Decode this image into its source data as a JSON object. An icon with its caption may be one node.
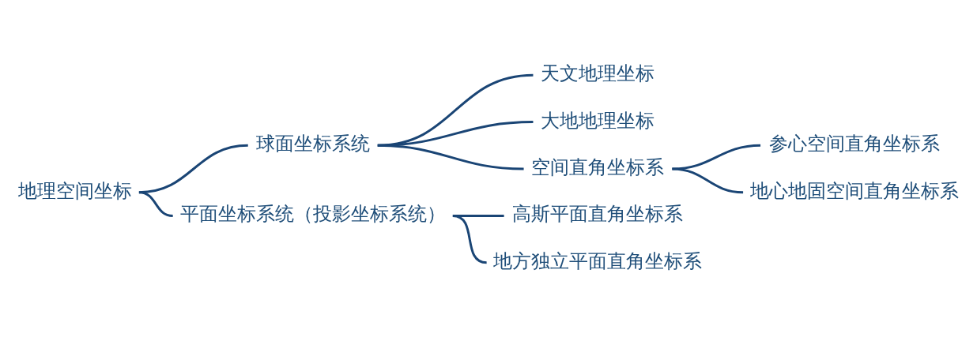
{
  "diagram": {
    "nodes": [
      {
        "text": [
          "地理空间坐标"
        ]
      },
      {
        "text": [
          "球面坐标系统"
        ]
      },
      {
        "text": [
          "平面坐标系统（投影坐标系统）"
        ]
      },
      {
        "text": [
          "天文地理坐标"
        ]
      },
      {
        "text": [
          "大地地理坐标"
        ]
      },
      {
        "text": [
          "空间直角坐标系"
        ]
      },
      {
        "text": [
          "参心空间直角坐标系"
        ]
      },
      {
        "text": [
          "地心地固空间直角坐标系"
        ]
      },
      {
        "text": [
          "高斯平面直角坐标系"
        ]
      },
      {
        "text": [
          "地方独立平面直角坐标系"
        ]
      }
    ],
    "edges": [
      {
        "from": 0,
        "to": 1,
        "arrow": "none"
      },
      {
        "from": 0,
        "to": 2,
        "arrow": "none"
      },
      {
        "from": 1,
        "to": 3,
        "arrow": "none"
      },
      {
        "from": 1,
        "to": 4,
        "arrow": "none"
      },
      {
        "from": 1,
        "to": 5,
        "arrow": "none"
      },
      {
        "from": 5,
        "to": 6,
        "arrow": "none"
      },
      {
        "from": 5,
        "to": 7,
        "arrow": "none"
      },
      {
        "from": 2,
        "to": 8,
        "arrow": "none"
      },
      {
        "from": 2,
        "to": 9,
        "arrow": "none"
      }
    ]
  }
}
